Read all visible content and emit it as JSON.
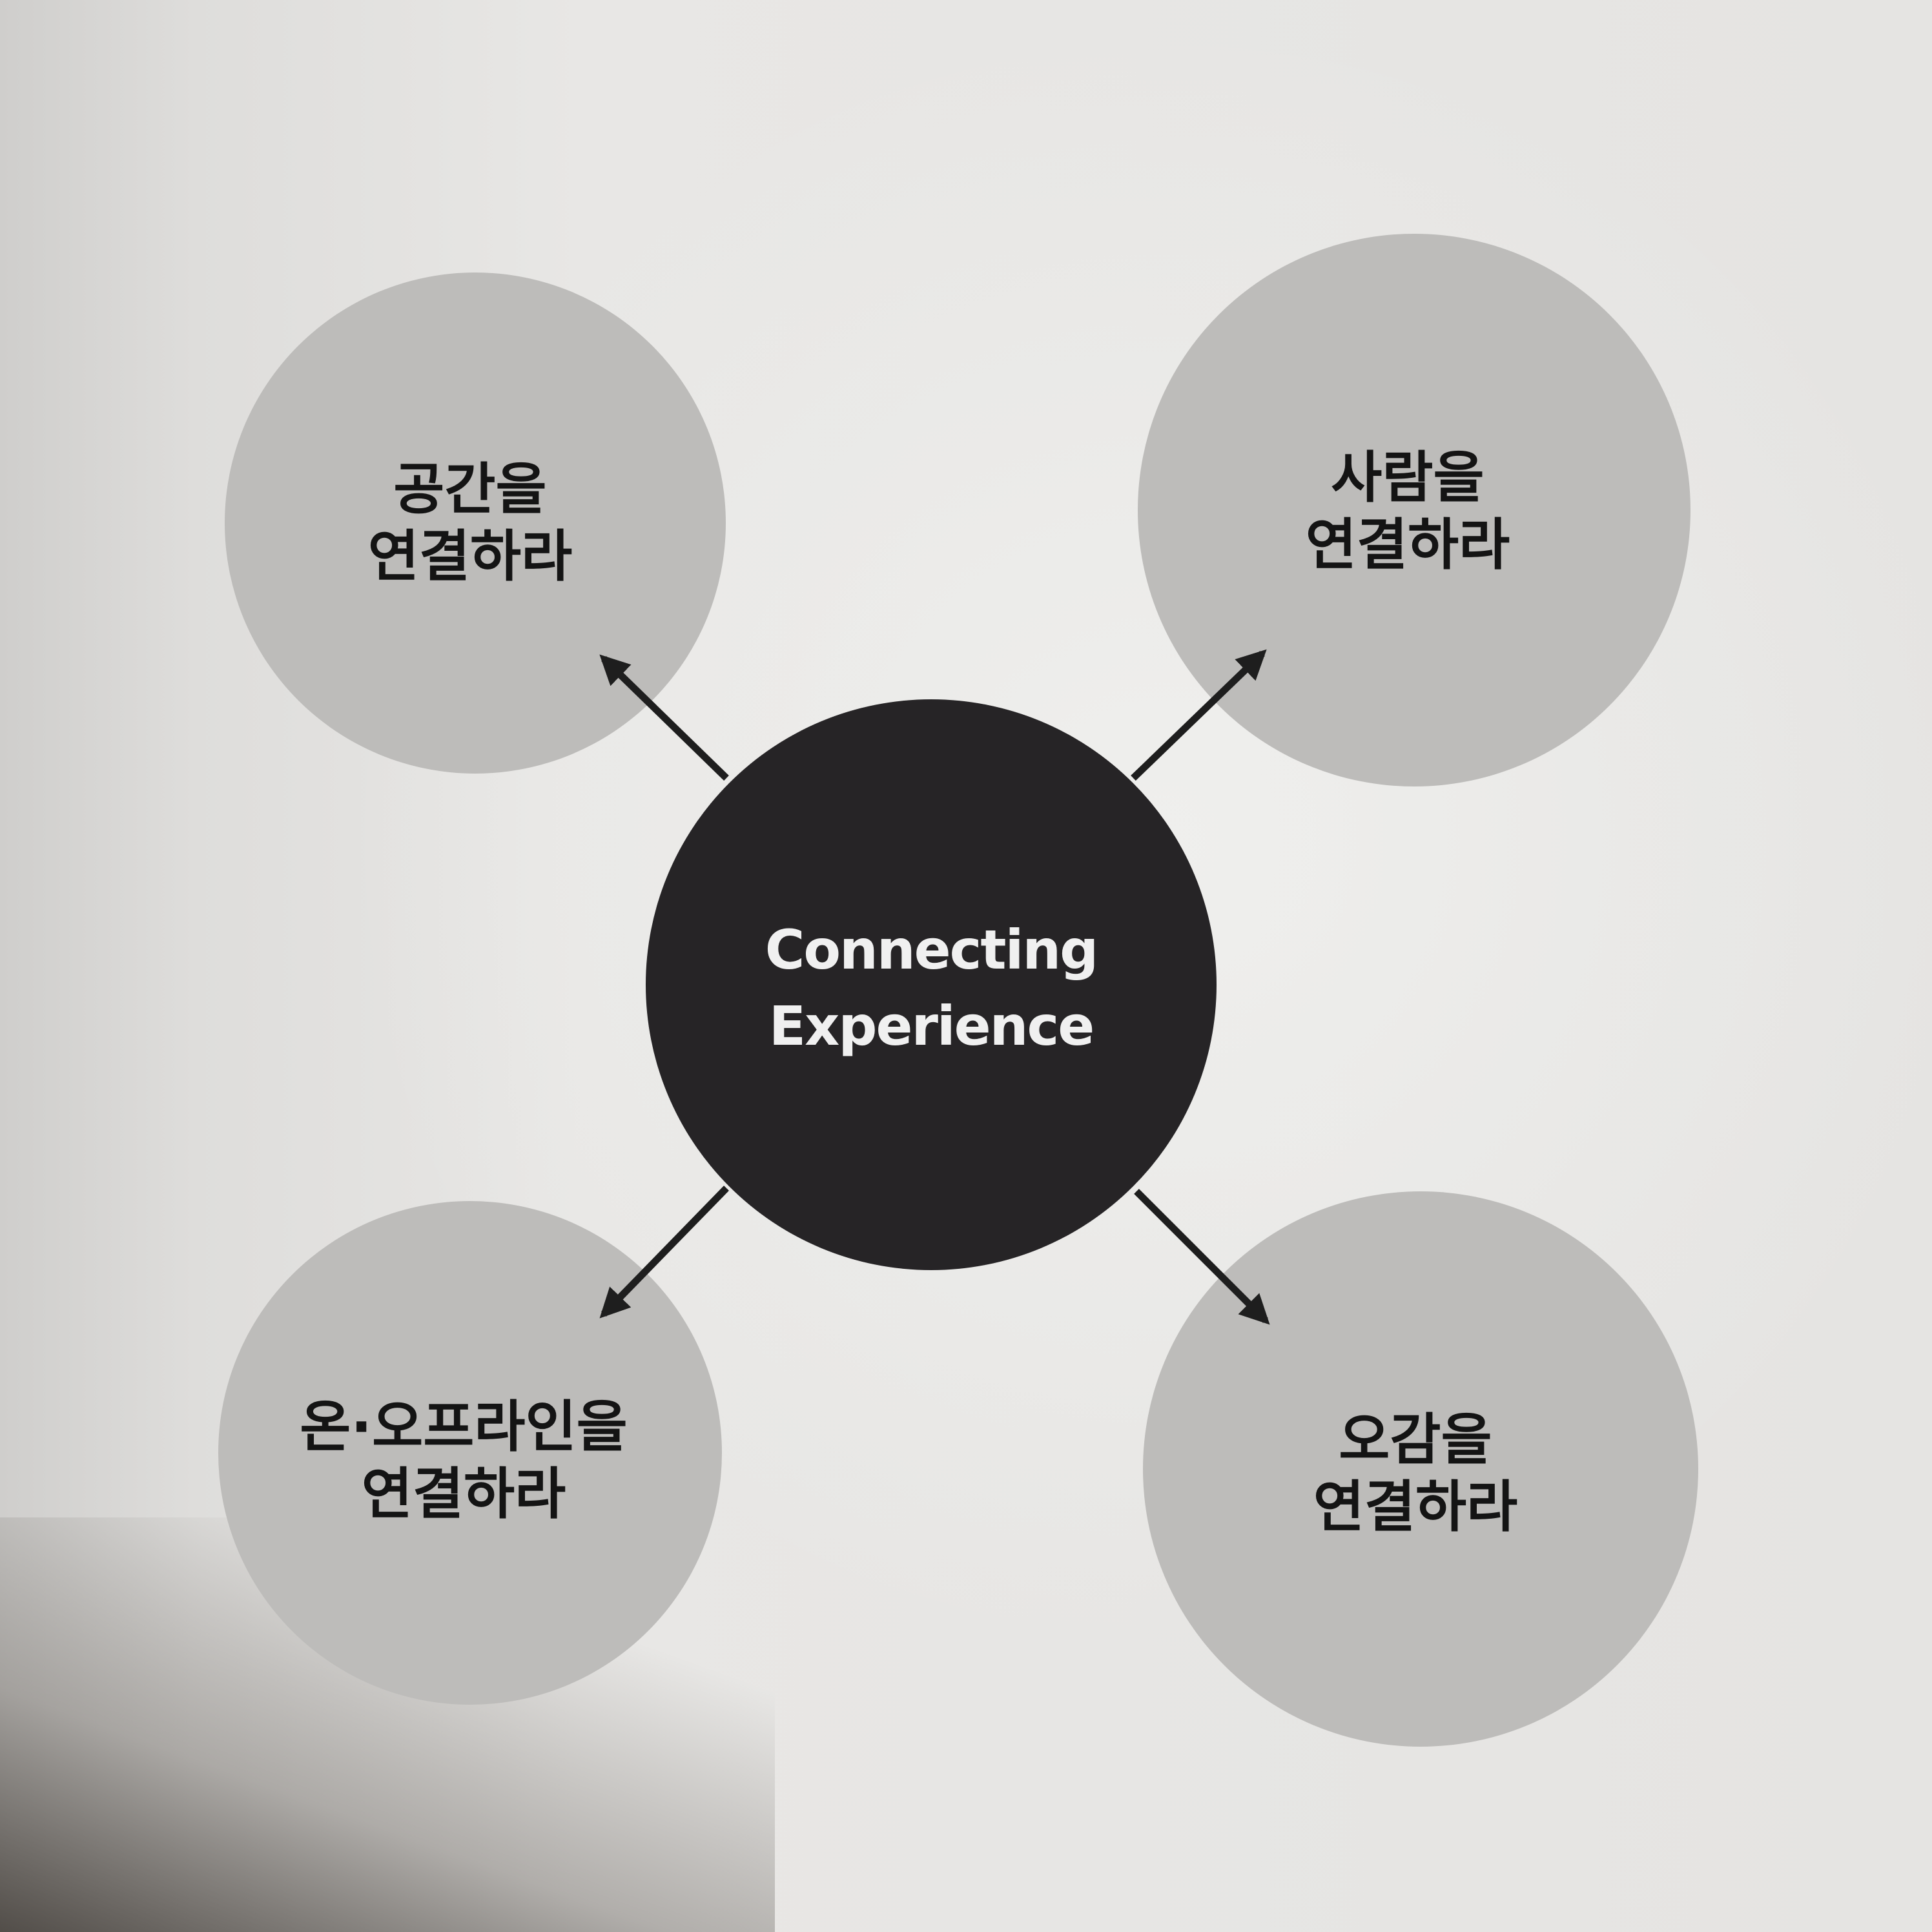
{
  "center": {
    "line1": "Connecting",
    "line2": "Experience"
  },
  "nodes": [
    {
      "id": "space",
      "line1": "공간을",
      "line2": "연결하라"
    },
    {
      "id": "people",
      "line1": "사람을",
      "line2": "연결하라"
    },
    {
      "id": "online-offline",
      "line1": "온·오프라인을",
      "line2": "연결하라"
    },
    {
      "id": "senses",
      "line1": "오감을",
      "line2": "연결하라"
    }
  ],
  "colors": {
    "center_fill": "#262426",
    "node_fill": "#bdbcba",
    "arrow": "#1e1e1e",
    "center_text": "#f0f0f0",
    "node_text": "#141414"
  }
}
